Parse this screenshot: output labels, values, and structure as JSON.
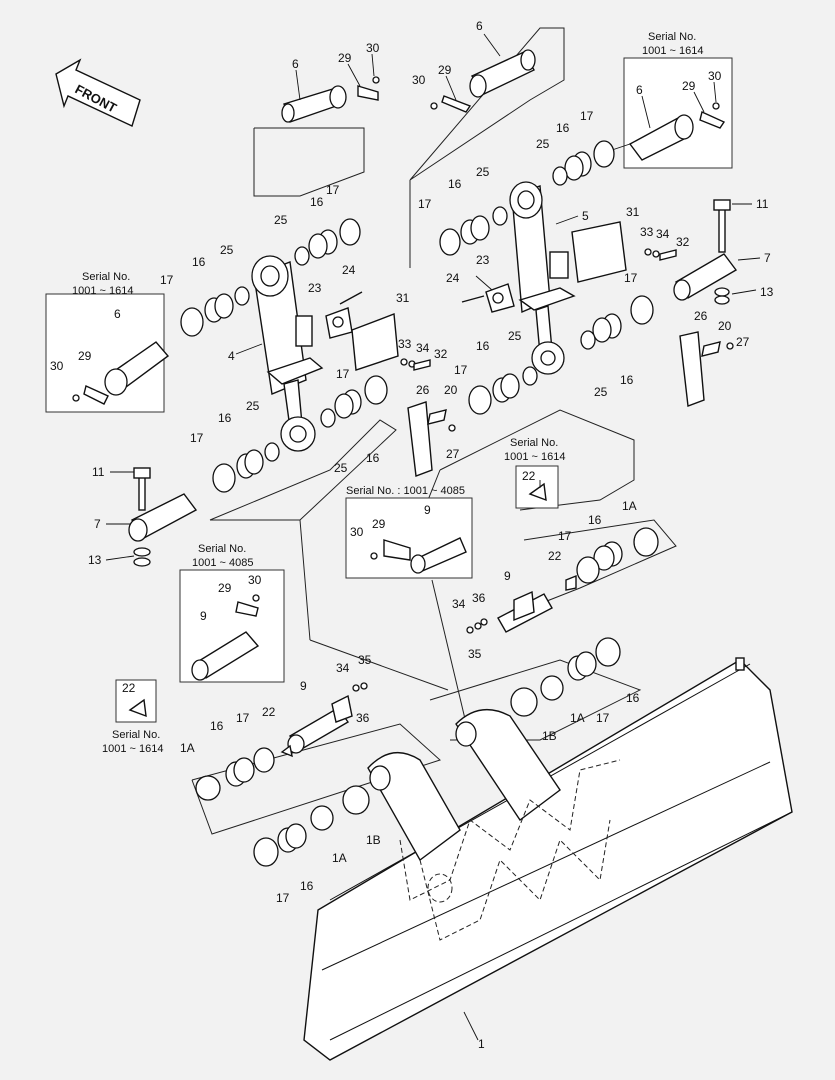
{
  "direction_label": "FRONT",
  "serial_notes": {
    "top_right": {
      "title": "Serial No.",
      "range": "1001 ~ 1614"
    },
    "left": {
      "title": "Serial No.",
      "range": "1001 ~ 1614"
    },
    "center": {
      "title": "Serial No. : 1001 ~ 4085"
    },
    "center_left": {
      "title": "Serial No.",
      "range": "1001 ~ 4085"
    },
    "bottom_left": {
      "title": "Serial No.",
      "range": "1001 ~ 1614"
    },
    "center_right": {
      "title": "Serial No.",
      "range": "1001 ~ 1614"
    }
  },
  "callouts": [
    {
      "text": "6"
    },
    {
      "text": "29"
    },
    {
      "text": "30"
    },
    {
      "text": "6"
    },
    {
      "text": "29"
    },
    {
      "text": "30"
    },
    {
      "text": "6"
    },
    {
      "text": "29"
    },
    {
      "text": "30"
    },
    {
      "text": "16"
    },
    {
      "text": "17"
    },
    {
      "text": "25"
    },
    {
      "text": "16"
    },
    {
      "text": "17"
    },
    {
      "text": "25"
    },
    {
      "text": "25"
    },
    {
      "text": "16"
    },
    {
      "text": "17"
    },
    {
      "text": "5"
    },
    {
      "text": "31"
    },
    {
      "text": "33"
    },
    {
      "text": "34"
    },
    {
      "text": "32"
    },
    {
      "text": "11"
    },
    {
      "text": "7"
    },
    {
      "text": "13"
    },
    {
      "text": "24"
    },
    {
      "text": "23"
    },
    {
      "text": "17"
    },
    {
      "text": "26"
    },
    {
      "text": "20"
    },
    {
      "text": "27"
    },
    {
      "text": "17"
    },
    {
      "text": "16"
    },
    {
      "text": "25"
    },
    {
      "text": "16"
    },
    {
      "text": "25"
    },
    {
      "text": "17"
    },
    {
      "text": "16"
    },
    {
      "text": "25"
    },
    {
      "text": "24"
    },
    {
      "text": "23"
    },
    {
      "text": "31"
    },
    {
      "text": "4"
    },
    {
      "text": "33"
    },
    {
      "text": "34"
    },
    {
      "text": "32"
    },
    {
      "text": "17"
    },
    {
      "text": "26"
    },
    {
      "text": "20"
    },
    {
      "text": "27"
    },
    {
      "text": "6"
    },
    {
      "text": "29"
    },
    {
      "text": "30"
    },
    {
      "text": "17"
    },
    {
      "text": "16"
    },
    {
      "text": "25"
    },
    {
      "text": "25"
    },
    {
      "text": "16"
    },
    {
      "text": "11"
    },
    {
      "text": "7"
    },
    {
      "text": "13"
    },
    {
      "text": "22"
    },
    {
      "text": "9"
    },
    {
      "text": "29"
    },
    {
      "text": "30"
    },
    {
      "text": "17"
    },
    {
      "text": "16"
    },
    {
      "text": "1A"
    },
    {
      "text": "22"
    },
    {
      "text": "9"
    },
    {
      "text": "34"
    },
    {
      "text": "36"
    },
    {
      "text": "35"
    },
    {
      "text": "29"
    },
    {
      "text": "30"
    },
    {
      "text": "9"
    },
    {
      "text": "34"
    },
    {
      "text": "35"
    },
    {
      "text": "9"
    },
    {
      "text": "36"
    },
    {
      "text": "22"
    },
    {
      "text": "16"
    },
    {
      "text": "17"
    },
    {
      "text": "22"
    },
    {
      "text": "1A"
    },
    {
      "text": "17"
    },
    {
      "text": "16"
    },
    {
      "text": "1A"
    },
    {
      "text": "1B"
    },
    {
      "text": "1B"
    },
    {
      "text": "1A"
    },
    {
      "text": "17"
    },
    {
      "text": "16"
    },
    {
      "text": "1"
    }
  ]
}
